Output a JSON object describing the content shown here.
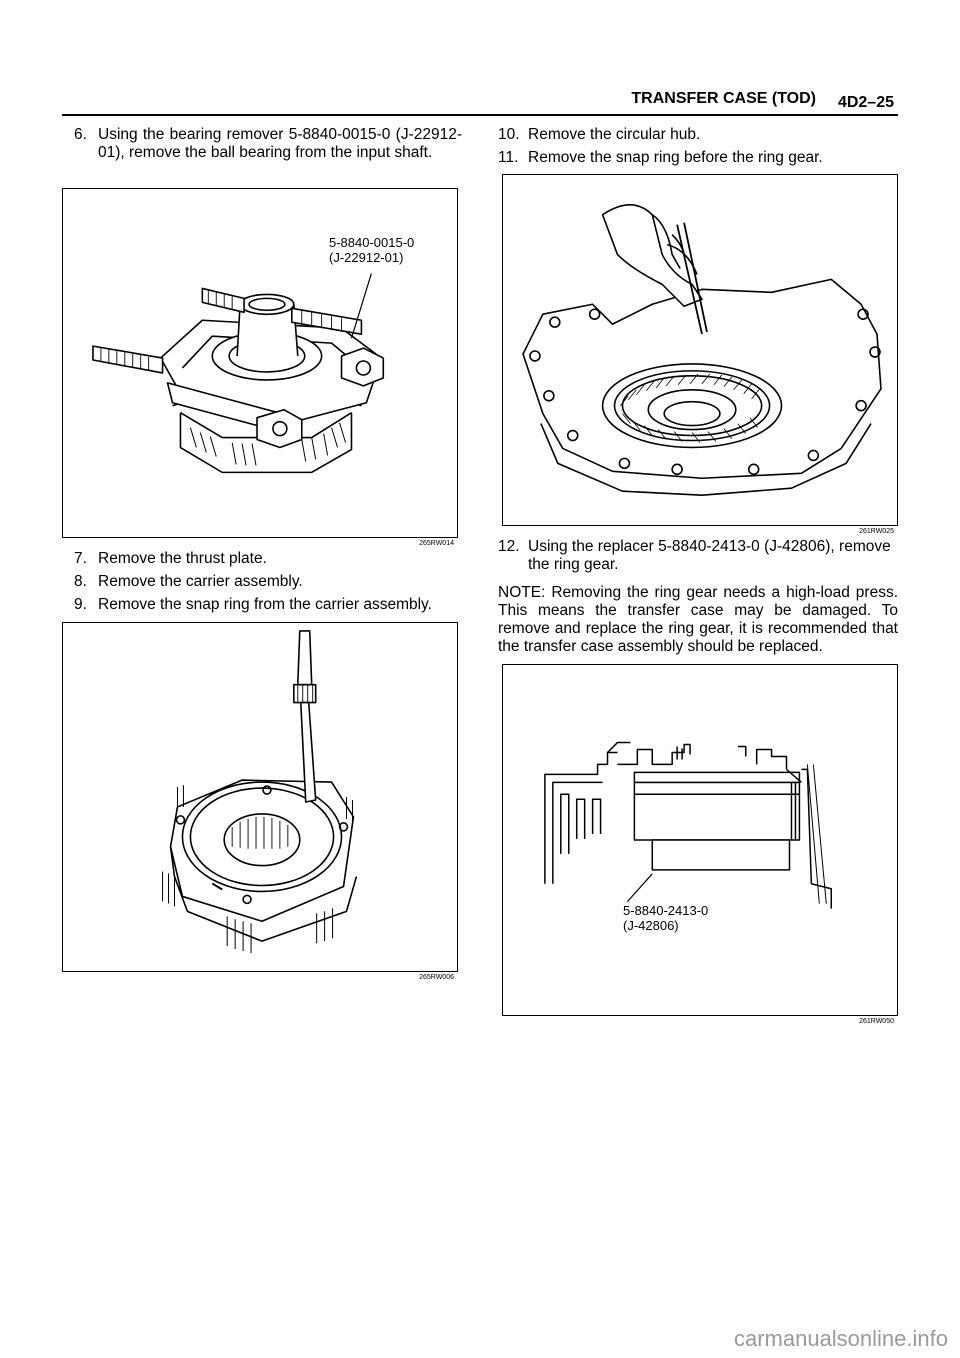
{
  "header": {
    "section_title": "TRANSFER CASE (TOD)",
    "page_number": "4D2–25"
  },
  "left_column": {
    "step6": {
      "number": "6.",
      "text": "Using the bearing remover 5-8840-0015-0 (J-22912-01), remove the ball bearing from the input shaft."
    },
    "figure1": {
      "tool_number": "5-8840-0015-0",
      "tool_alt": "(J-22912-01)",
      "code": "265RW014",
      "icon": "bearing-remover-illustration"
    },
    "step7": {
      "number": "7.",
      "text": "Remove the thrust plate."
    },
    "step8": {
      "number": "8.",
      "text": "Remove the carrier assembly."
    },
    "step9": {
      "number": "9.",
      "text": "Remove the snap ring from the carrier assembly."
    },
    "figure2": {
      "code": "265RW006",
      "icon": "screwdriver-carrier-illustration"
    }
  },
  "right_column": {
    "step10": {
      "number": "10.",
      "text": "Remove the circular hub."
    },
    "step11": {
      "number": "11.",
      "text": "Remove the snap ring before the ring gear."
    },
    "figure3": {
      "code": "261RW025",
      "icon": "ring-gear-snap-ring-illustration"
    },
    "step12": {
      "number": "12.",
      "text": "Using the replacer 5-8840-2413-0 (J-42806), remove the ring gear."
    },
    "note": "NOTE: Removing the ring gear needs a high-load press. This means the transfer case may be damaged. To remove and replace the ring gear, it is recommended that the transfer case assembly should be replaced.",
    "figure4": {
      "tool_number": "5-8840-2413-0",
      "tool_alt": "(J-42806)",
      "code": "261RW050",
      "icon": "replacer-press-illustration"
    }
  },
  "watermark": "carmanualsonline.info"
}
